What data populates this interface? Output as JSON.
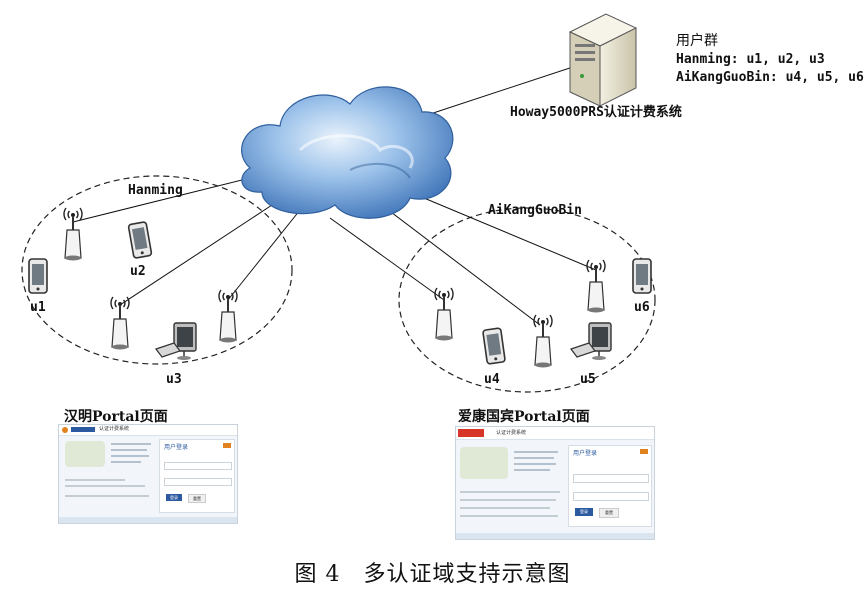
{
  "server": {
    "group_title": "用户群",
    "group_lines": [
      "Hanming: u1, u2, u3",
      "AiKangGuoBin: u4, u5, u6"
    ],
    "name": "Howay5000PRS认证计费系统"
  },
  "domains": [
    {
      "name": "Hanming",
      "users": [
        "u1",
        "u2",
        "u3"
      ]
    },
    {
      "name": "AiKangGuoBin",
      "users": [
        "u4",
        "u5",
        "u6"
      ]
    }
  ],
  "portals": [
    {
      "title": "汉明Portal页面",
      "header": "认证计费系统",
      "login_title": "用户登录",
      "login_btn": "登录",
      "reset_btn": "重置",
      "accent": "#e0821e"
    },
    {
      "title": "爱康国宾Portal页面",
      "header": "认证计费系统",
      "login_title": "用户登录",
      "login_btn": "登录",
      "reset_btn": "重置",
      "accent": "#d8352a"
    }
  ],
  "caption": "图 4　多认证域支持示意图",
  "colors": {
    "cloud": "#5b8fcf",
    "cloud_light": "#cfe3f7",
    "server": "#e8e4d2",
    "line": "#111111"
  }
}
